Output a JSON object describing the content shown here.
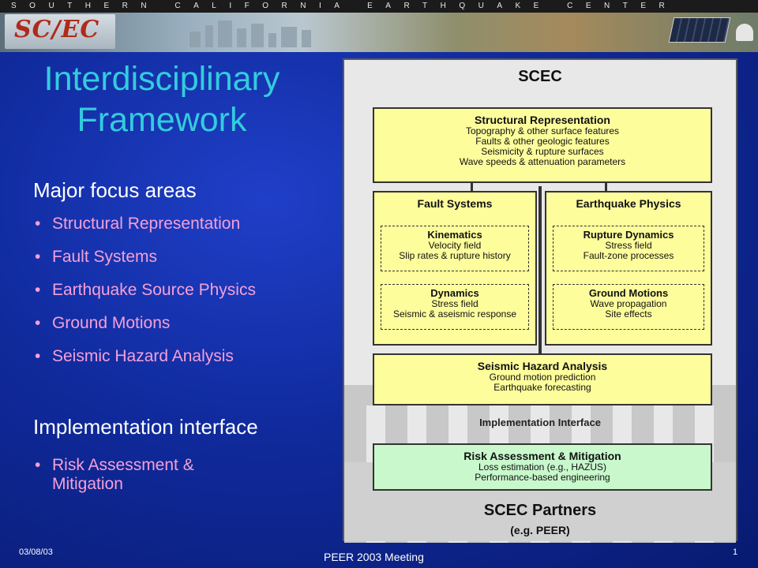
{
  "header": {
    "strip_text": "SOUTHERN CALIFORNIA EARTHQUAKE CENTER",
    "logo_text": "SC/EC"
  },
  "slide": {
    "title_line1": "Interdisciplinary",
    "title_line2": "Framework",
    "major_heading": "Major focus areas",
    "major_items": [
      "Structural Representation",
      "Fault Systems",
      "Earthquake Source Physics",
      "Ground Motions",
      "Seismic Hazard Analysis"
    ],
    "impl_heading": "Implementation interface",
    "impl_items": [
      "Risk Assessment & Mitigation"
    ]
  },
  "diagram": {
    "title": "SCEC",
    "structural": {
      "title": "Structural Representation",
      "lines": [
        "Topography & other surface features",
        "Faults & other geologic features",
        "Seismicity & rupture surfaces",
        "Wave speeds & attenuation parameters"
      ]
    },
    "fault_systems": {
      "title": "Fault Systems",
      "kinematics": {
        "title": "Kinematics",
        "lines": [
          "Velocity field",
          "Slip rates & rupture history"
        ]
      },
      "dynamics": {
        "title": "Dynamics",
        "lines": [
          "Stress field",
          "Seismic & aseismic response"
        ]
      }
    },
    "earthquake_physics": {
      "title": "Earthquake Physics",
      "rupture": {
        "title": "Rupture Dynamics",
        "lines": [
          "Stress field",
          "Fault-zone processes"
        ]
      },
      "ground": {
        "title": "Ground Motions",
        "lines": [
          "Wave propagation",
          "Site effects"
        ]
      }
    },
    "hazard": {
      "title": "Seismic Hazard Analysis",
      "lines": [
        "Ground motion prediction",
        "Earthquake forecasting"
      ]
    },
    "implementation_label": "Implementation  Interface",
    "risk": {
      "title": "Risk Assessment & Mitigation",
      "lines": [
        "Loss estimation (e.g., HAZUS)",
        "Performance-based engineering"
      ]
    },
    "partners_title": "SCEC Partners",
    "partners_sub": "(e.g. PEER)"
  },
  "footer": {
    "date": "03/08/03",
    "center": "PEER 2003 Meeting",
    "page": "1"
  },
  "colors": {
    "title": "#33ccdd",
    "bullet": "#f4a0d8",
    "box_yellow": "#fdfd9c",
    "box_green": "#c8f8cc"
  }
}
